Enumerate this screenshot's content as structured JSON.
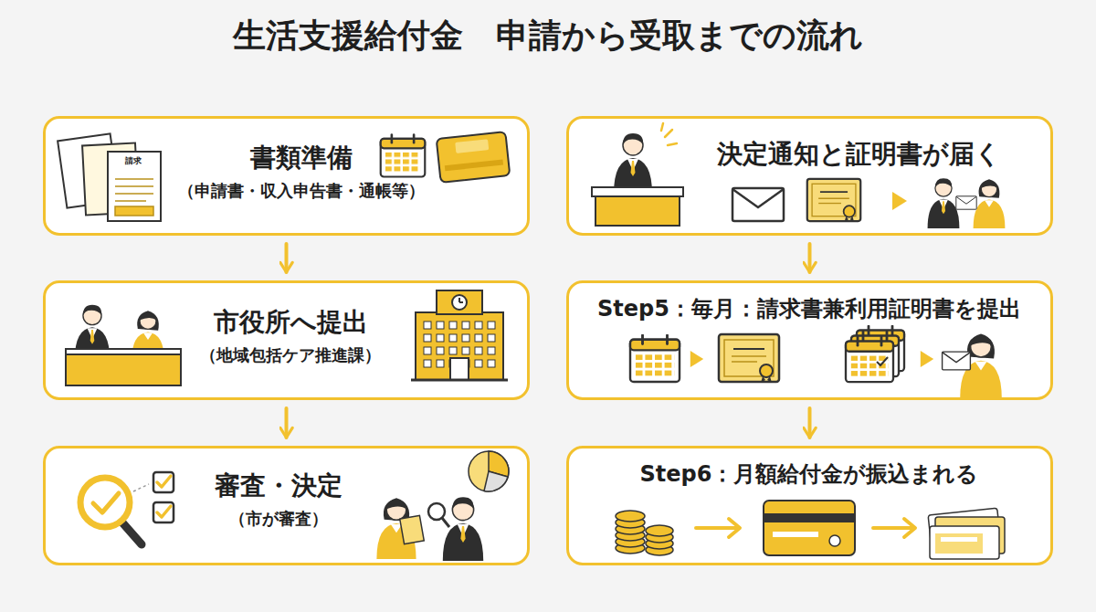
{
  "diagram": {
    "title": "生活支援給付金　申請から受取までの流れ",
    "nodes": [
      {
        "text": [
          "書類準備",
          "（申請書・収入申告書・通帳等）"
        ]
      },
      {
        "text": [
          "市役所へ提出",
          "（地域包括ケア推進課）"
        ]
      },
      {
        "text": [
          "審査・決定",
          "（市が審査）"
        ]
      },
      {
        "text": [
          "決定通知と証明書が届く"
        ]
      },
      {
        "text": [
          "Step5：毎月：請求書兼利用証明書を提出"
        ]
      },
      {
        "text": [
          "Step6：月額給付金が振込まれる"
        ]
      }
    ],
    "edges": [
      {
        "from": 0,
        "to": 1,
        "arrow": "to"
      },
      {
        "from": 1,
        "to": 2,
        "arrow": "to"
      },
      {
        "from": 3,
        "to": 4,
        "arrow": "to"
      },
      {
        "from": 4,
        "to": 5,
        "arrow": "to"
      }
    ],
    "labels": [
      "請求"
    ]
  }
}
